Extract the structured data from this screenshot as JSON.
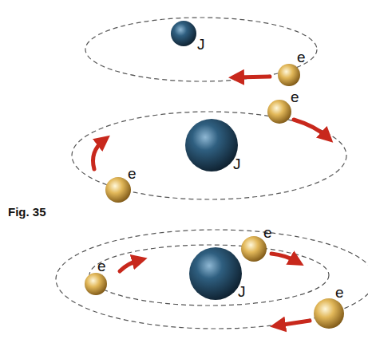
{
  "diagram": {
    "labels": [
      "J",
      "e",
      "e",
      "J",
      "e",
      "Fig. 35",
      "e",
      "e",
      "J",
      "e"
    ]
  }
}
